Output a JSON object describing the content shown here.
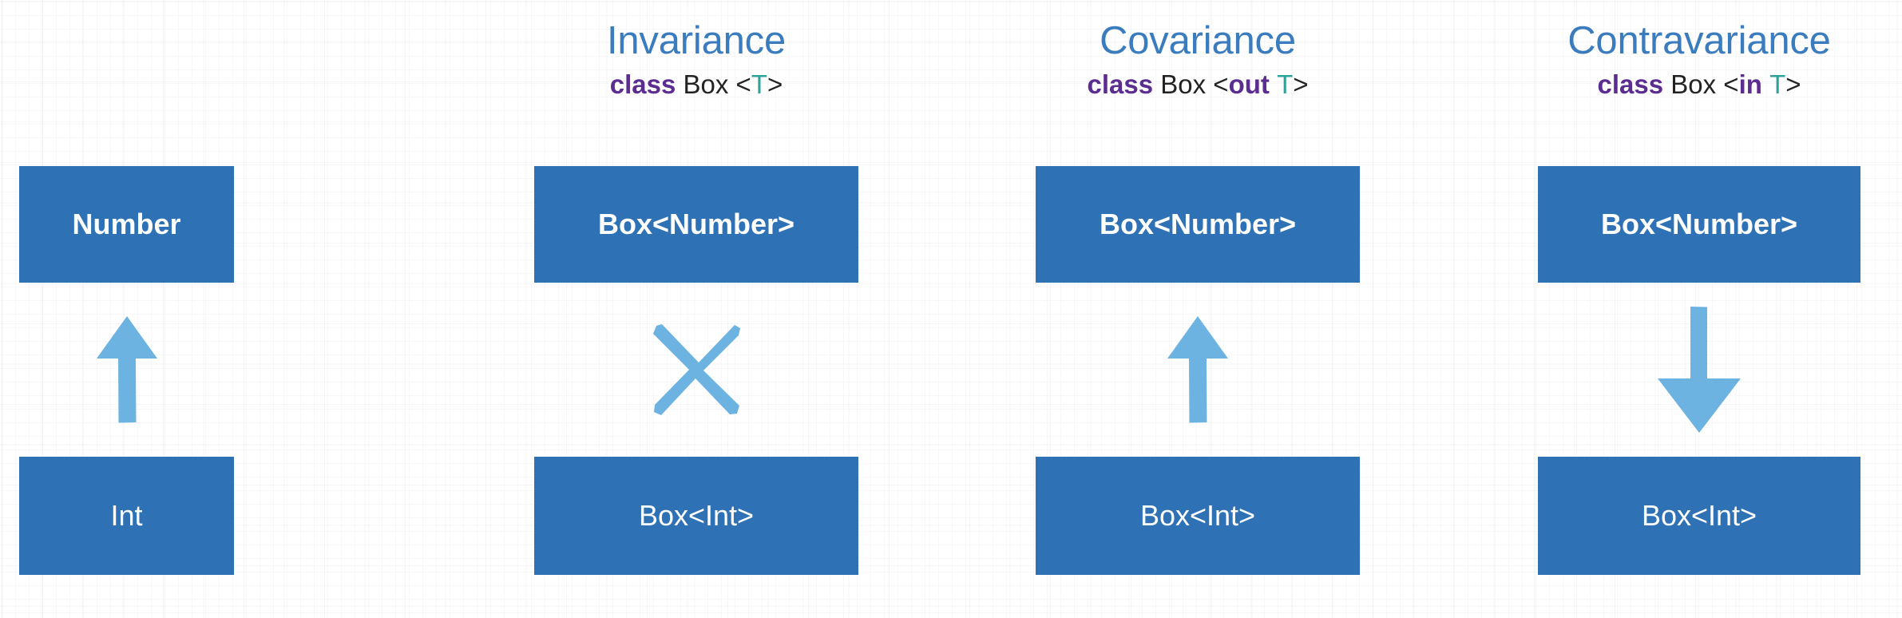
{
  "figure": {
    "title_hidden": "Variance of generic types",
    "colors": {
      "box_fill": "#2E72B5",
      "box_text": "#FFFFFF",
      "heading": "#3A7CBE",
      "keyword": "#5B2D90",
      "type_param": "#2EA39A",
      "code_text": "#232323",
      "arrow": "#6DB3E2",
      "background": "#FFFFFF",
      "grid_line": "#F2F4F7"
    }
  },
  "columns": [
    {
      "name": "plain-types",
      "title": "",
      "signature": null,
      "top_box": {
        "label": "Number",
        "weight": "bold"
      },
      "bottom_box": {
        "label": "Int",
        "weight": "normal"
      },
      "relation": {
        "glyph": "arrow-up",
        "icon_name": "arrow-up-icon",
        "meaning": "Int is a subtype of Number"
      }
    },
    {
      "name": "invariance",
      "title": "Invariance",
      "signature": {
        "keyword": "class",
        "type_name": "Box",
        "open_angle": "<",
        "variance_modifier": "",
        "type_param": "T",
        "close_angle": ">",
        "full_text": "class Box <T>"
      },
      "top_box": {
        "label": "Box<Number>",
        "weight": "bold"
      },
      "bottom_box": {
        "label": "Box<Int>",
        "weight": "normal"
      },
      "relation": {
        "glyph": "cross",
        "icon_name": "cross-mark-icon",
        "meaning": "Box<Int> is not a subtype of Box<Number>"
      }
    },
    {
      "name": "covariance",
      "title": "Covariance",
      "signature": {
        "keyword": "class",
        "type_name": "Box",
        "open_angle": "<",
        "variance_modifier": "out",
        "type_param": "T",
        "close_angle": ">",
        "full_text": "class Box <out T>"
      },
      "top_box": {
        "label": "Box<Number>",
        "weight": "bold"
      },
      "bottom_box": {
        "label": "Box<Int>",
        "weight": "normal"
      },
      "relation": {
        "glyph": "arrow-up",
        "icon_name": "arrow-up-icon",
        "meaning": "Box<Int> is a subtype of Box<Number>"
      }
    },
    {
      "name": "contravariance",
      "title": "Contravariance",
      "signature": {
        "keyword": "class",
        "type_name": "Box",
        "open_angle": "<",
        "variance_modifier": "in",
        "type_param": "T",
        "close_angle": ">",
        "full_text": "class Box <in T>"
      },
      "top_box": {
        "label": "Box<Number>",
        "weight": "bold"
      },
      "bottom_box": {
        "label": "Box<Int>",
        "weight": "normal"
      },
      "relation": {
        "glyph": "arrow-down",
        "icon_name": "arrow-down-icon",
        "meaning": "Box<Number> is a subtype of Box<Int>"
      }
    }
  ]
}
